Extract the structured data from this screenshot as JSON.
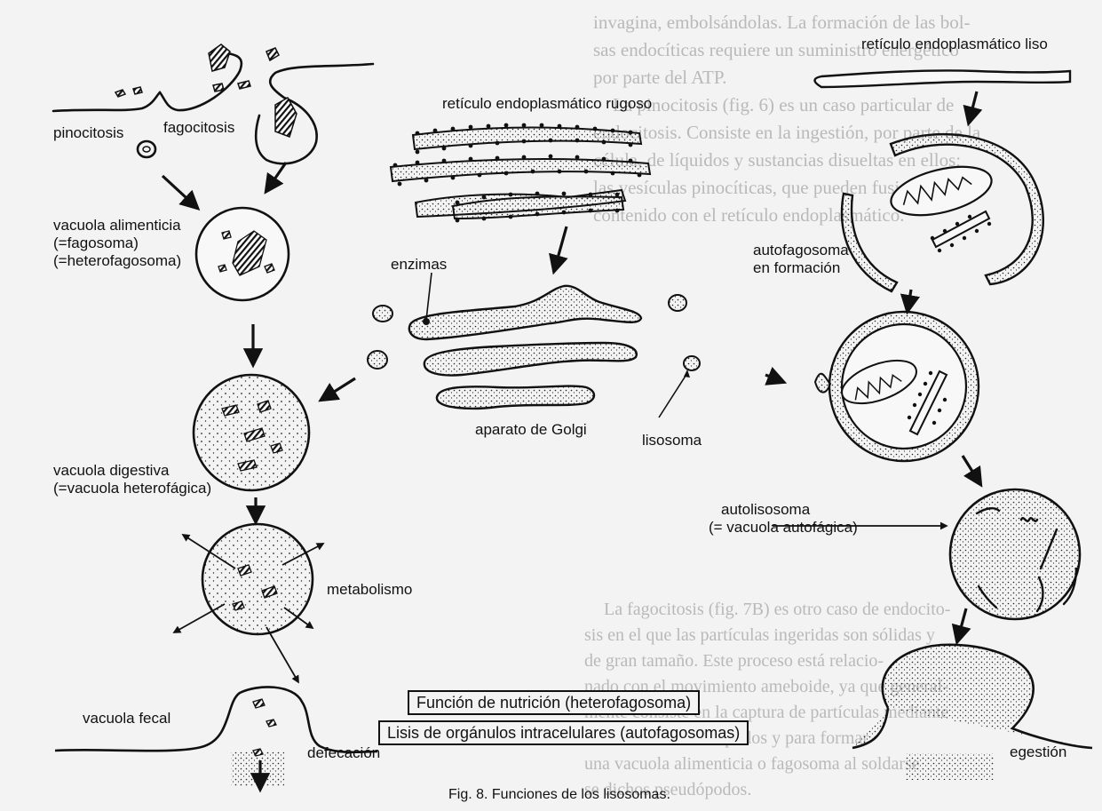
{
  "labels": {
    "pinocitosis": "pinocitosis",
    "fagocitosis": "fagocitosis",
    "vacuola_alimenticia": "vacuola alimenticia",
    "fagosoma": "(=fagosoma)",
    "heterofagosoma": "(=heterofagosoma)",
    "rer": "retículo endoplasmático rugoso",
    "enzimas": "enzimas",
    "aparato_golgi": "aparato de Golgi",
    "lisosoma": "lisosoma",
    "vacuola_digestiva": "vacuola digestiva",
    "vacuola_heterofagica": "(=vacuola heterofágica)",
    "metabolismo": "metabolismo",
    "vacuola_fecal": "vacuola fecal",
    "defecacion": "defecación",
    "rel": "retículo endoplasmático liso",
    "autofagosoma_1": "autofagosoma",
    "autofagosoma_2": "en formación",
    "autolisosoma": "autolisosoma",
    "vacuola_autofagica": "(= vacuola autofágica)",
    "egestion": "egestión"
  },
  "legend": {
    "nutricion": "Función de nutrición (heterofagosoma)",
    "lisis": "Lisis de orgánulos intracelulares (autofagosomas)"
  },
  "caption": "Fig. 8. Funciones de los lisosomas.",
  "background_text": [
    "invagina, embolsándolas. La formación de las bol-",
    "sas endocíticas requiere un suministro energético",
    "por parte del ATP.",
    "La pinocitosis (fig. 6) es un caso particular de",
    "endocitosis. Consiste en la ingestión, por parte de la",
    "célula, de líquidos y sustancias disueltas en ellos;",
    "las vesículas pinocíticas, que pueden fusionar su",
    "contenido con el retículo endoplasmático."
  ],
  "background_text_lower": [
    "La fagocitosis (fig. 7B) es otro caso de endocito-",
    "sis en el que las partículas ingeridas son sólidas y",
    "de gran tamaño. Este proceso está relacio-",
    "nado con el movimiento ameboide, ya que general-",
    "mente consiste en la captura de partículas mediante",
    "la emisión de seudópodos y para formar",
    "una vacuola alimenticia o fagosoma al soldarse",
    "se dichos pseudópodos."
  ],
  "colors": {
    "ink": "#111111",
    "paper": "#f3f3f3",
    "ghost": "#b9b9b9"
  }
}
